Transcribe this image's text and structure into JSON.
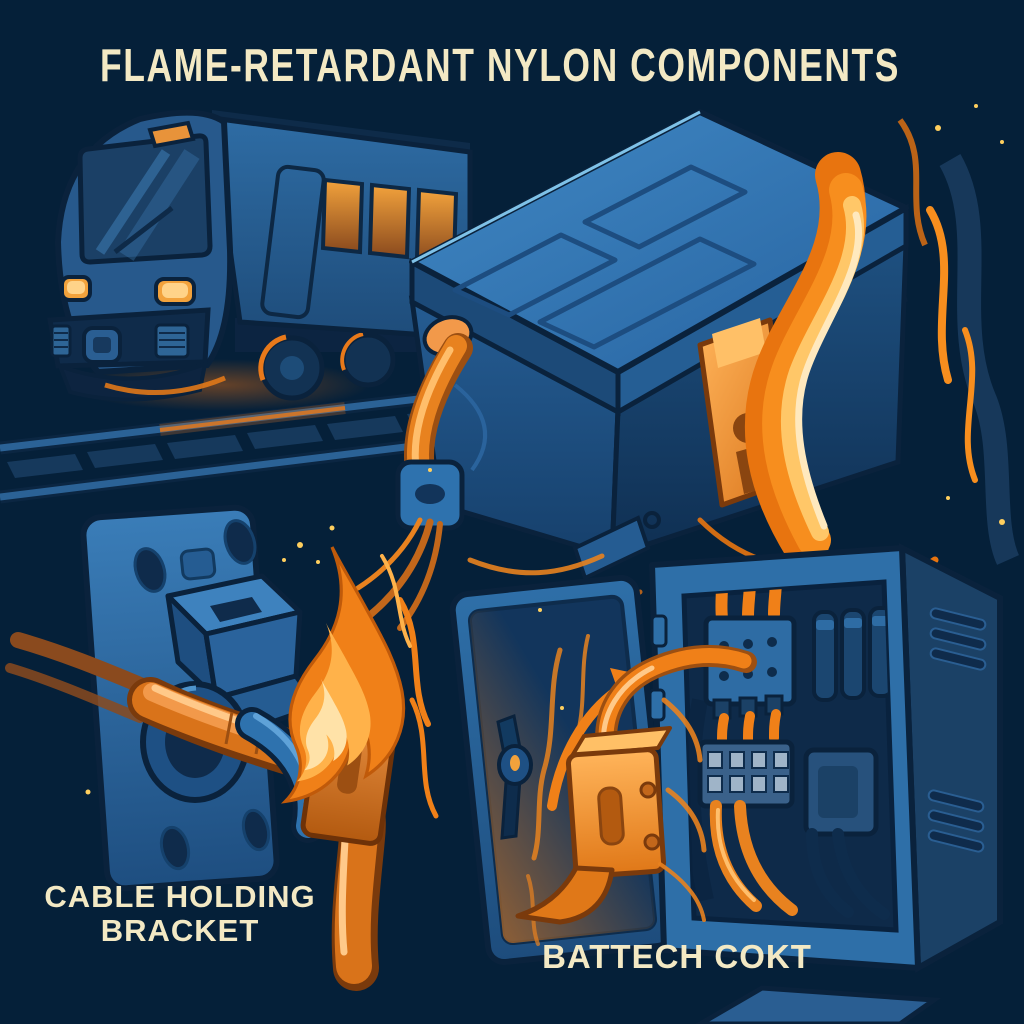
{
  "title": "FLAME-RETARDANT NYLON COMPONENTS",
  "labels": {
    "bracket_line1": "CABLE HOLDING",
    "bracket_line2": "BRACKET",
    "cabinet": "BATTECH COKT"
  },
  "palette": {
    "background": "#052039",
    "title_text": "#F3E9C4",
    "label_text": "#F3E9C4",
    "accent_orange": "#F08018",
    "flame_mid": "#FFB24A",
    "flame_core": "#FFE2A8",
    "cable_orange": "#E8821F",
    "burnt_orange": "#B35A10",
    "component_blue_light": "#3A7DB8",
    "component_blue": "#2E6FA8",
    "component_blue_dark": "#1B4166",
    "outline_navy": "#0A223C",
    "window_glow": "#F2A23C"
  },
  "scenes": {
    "train": "train-on-tracks",
    "battery_box": "flaming-battery-box",
    "bracket": "cable-holding-bracket",
    "cabinet": "electrical-cabinet"
  }
}
